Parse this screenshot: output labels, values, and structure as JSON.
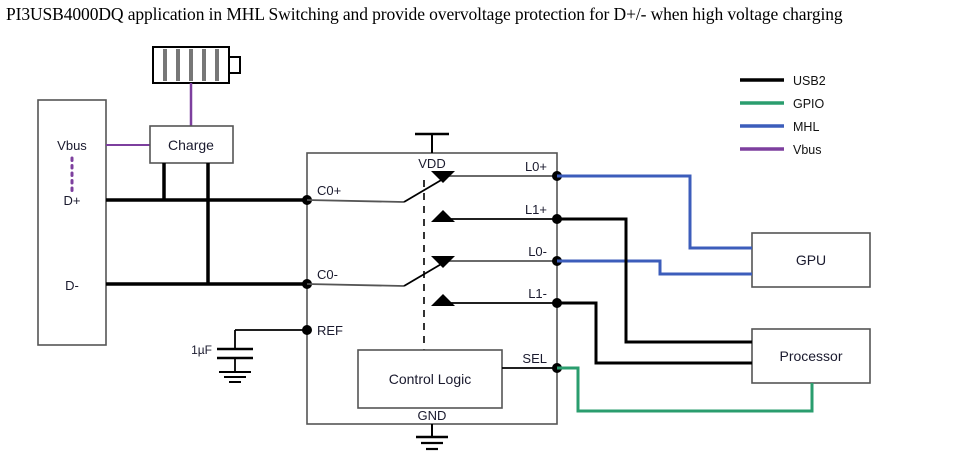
{
  "title": "PI3USB4000DQ application in MHL Switching and provide overvoltage protection for D+/- when high voltage charging",
  "legend": {
    "items": [
      {
        "label": "USB2",
        "color": "#000000"
      },
      {
        "label": "GPIO",
        "color": "#2a9d6e"
      },
      {
        "label": "MHL",
        "color": "#3c5dbb"
      },
      {
        "label": "Vbus",
        "color": "#7d3f9e"
      }
    ]
  },
  "connector": {
    "name": "usb-connector",
    "pins": [
      "Vbus",
      "D+",
      "D-"
    ]
  },
  "blocks": {
    "charge": "Charge",
    "control_logic": "Control Logic",
    "gpu": "GPU",
    "processor": "Processor"
  },
  "ic": {
    "left_pins": [
      "C0+",
      "C0-",
      "REF"
    ],
    "right_pins": [
      "L0+",
      "L1+",
      "L0-",
      "L1-",
      "SEL"
    ],
    "top_pin": "VDD",
    "bottom_pin": "GND"
  },
  "capacitor": {
    "value": "1µF"
  },
  "colors": {
    "usb2": "#000000",
    "gpio": "#2a9d6e",
    "mhl": "#3c5dbb",
    "vbus": "#7d3f9e",
    "outline": "#555555",
    "text": "#1a1a2e"
  }
}
